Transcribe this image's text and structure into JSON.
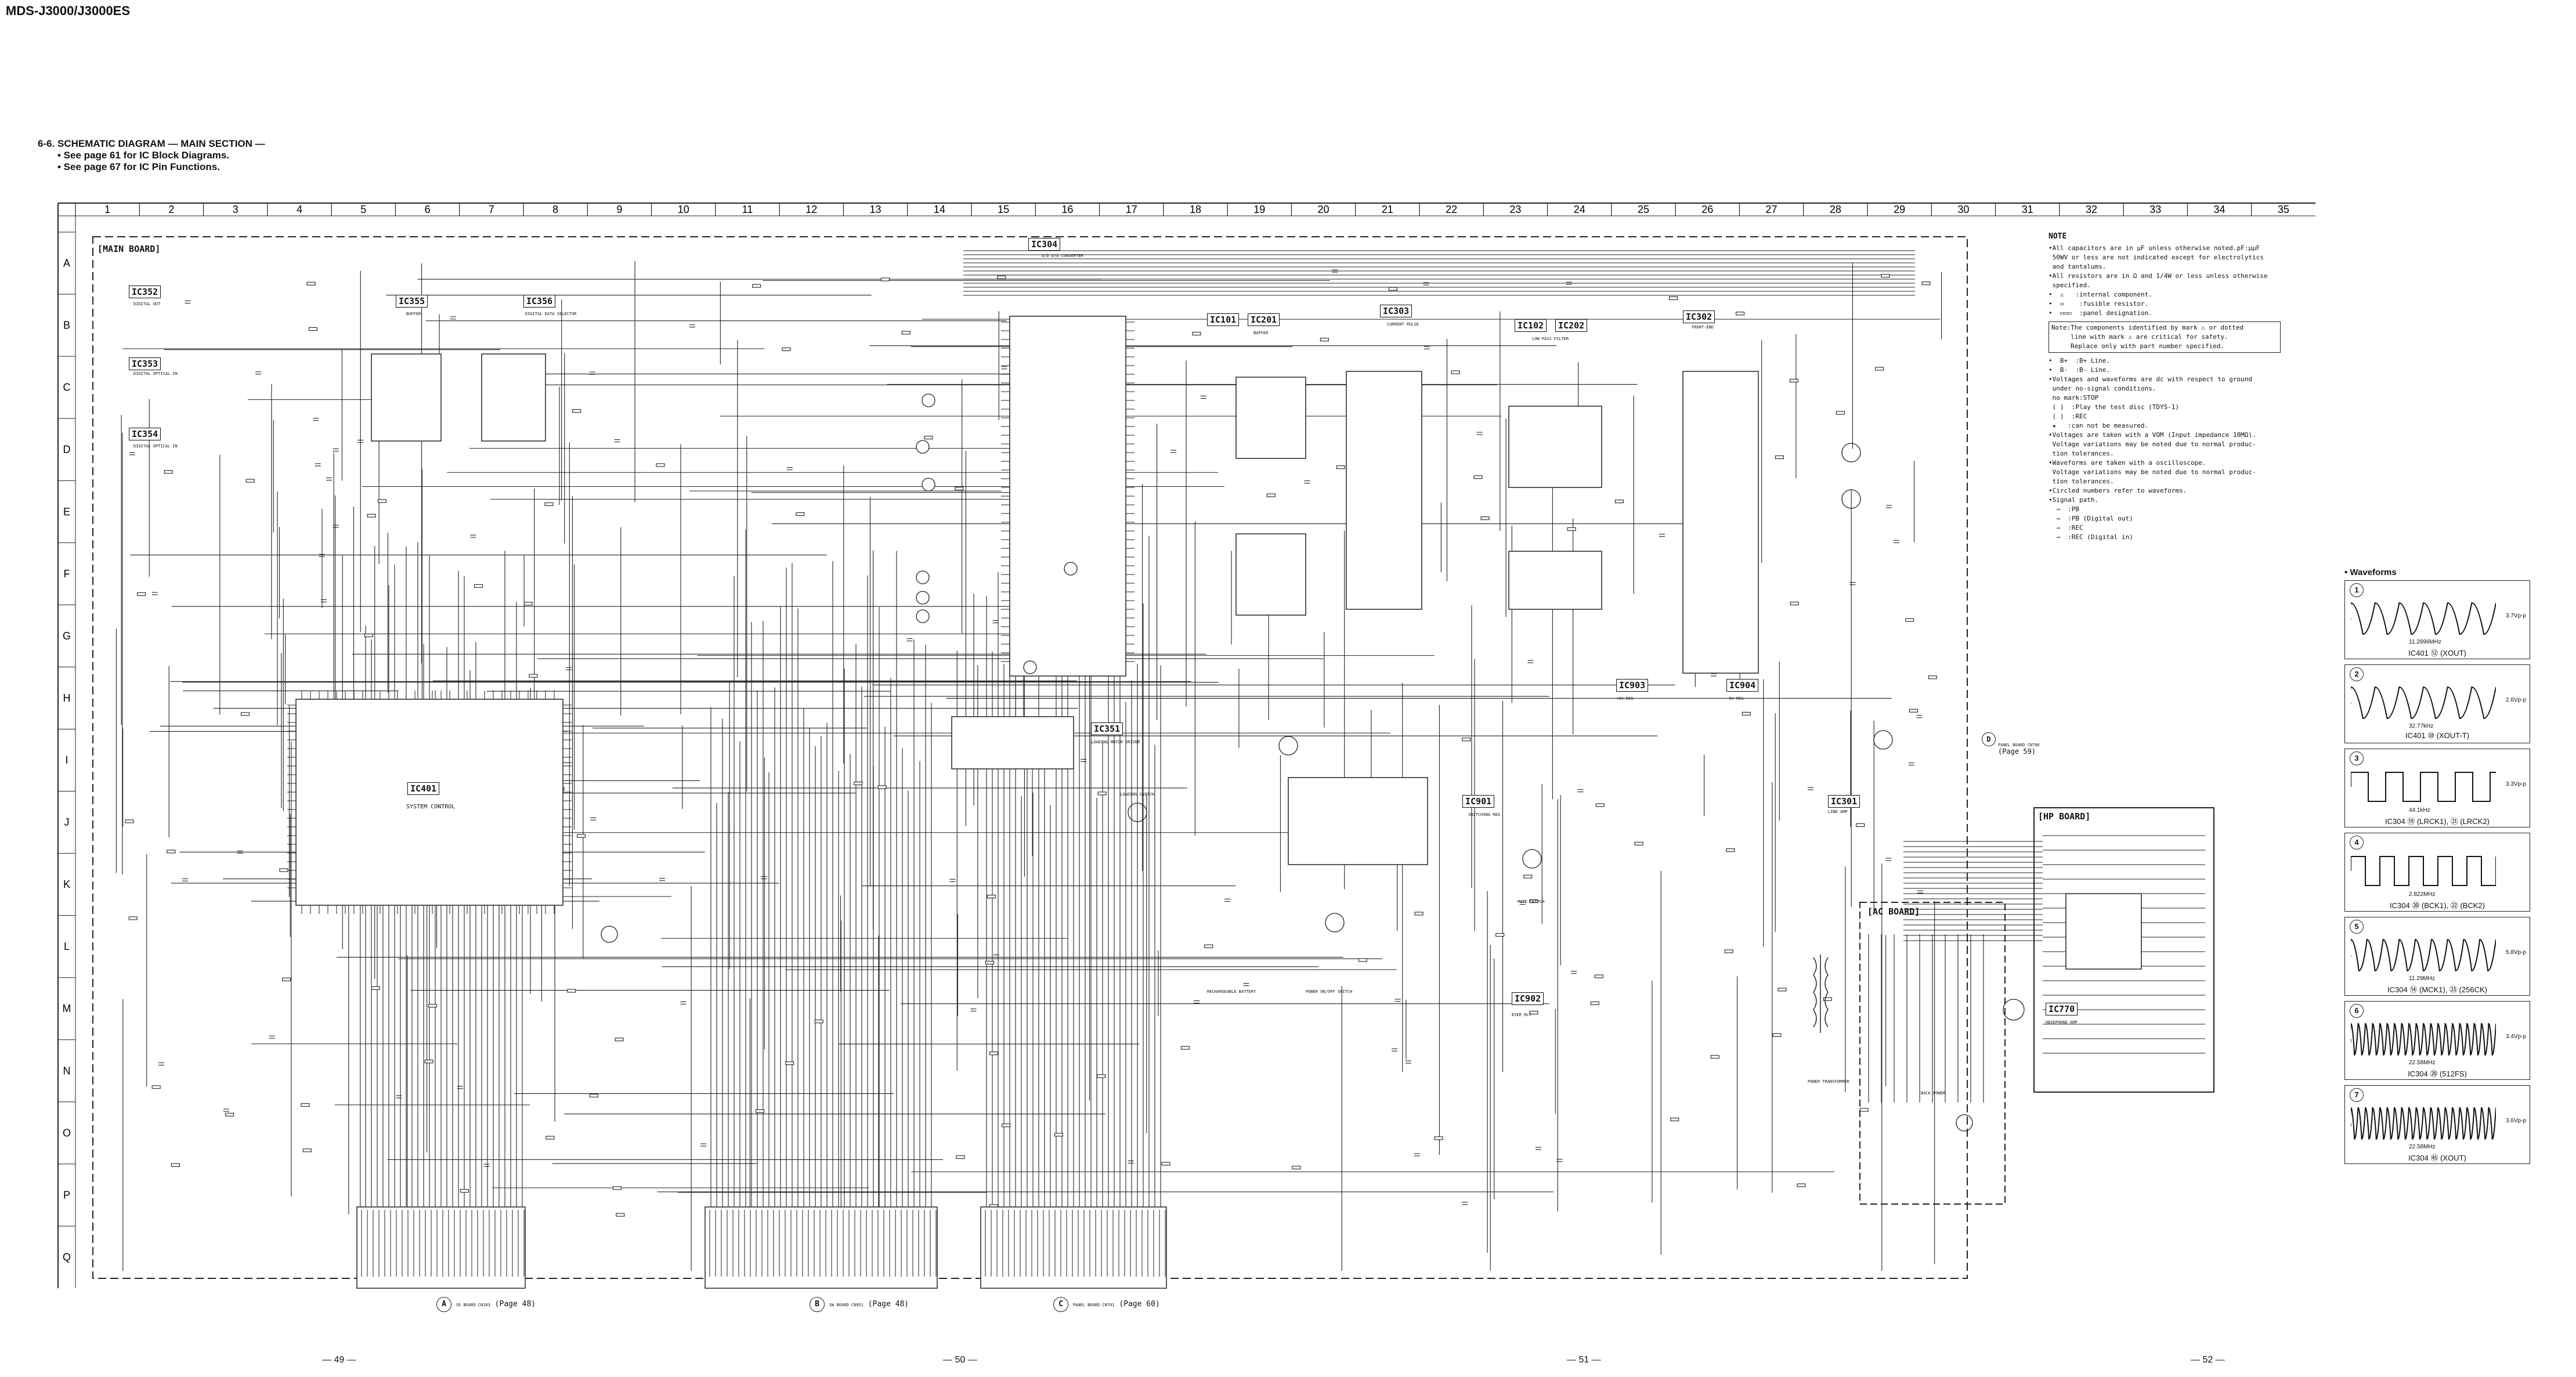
{
  "header": {
    "model": "MDS-J3000/J3000ES",
    "section_title": "6-6.  SCHEMATIC DIAGRAM — MAIN SECTION —",
    "notes": [
      "• See page 61 for IC Block Diagrams.",
      "• See page 67 for IC Pin Functions."
    ]
  },
  "grid": {
    "columns": [
      "1",
      "2",
      "3",
      "4",
      "5",
      "6",
      "7",
      "8",
      "9",
      "10",
      "11",
      "12",
      "13",
      "14",
      "15",
      "16",
      "17",
      "18",
      "19",
      "20",
      "21",
      "22",
      "23",
      "24",
      "25",
      "26",
      "27",
      "28",
      "29",
      "30",
      "31",
      "32",
      "33",
      "34",
      "35"
    ],
    "rows": [
      "A",
      "B",
      "C",
      "D",
      "E",
      "F",
      "G",
      "H",
      "I",
      "J",
      "K",
      "L",
      "M",
      "N",
      "O",
      "P",
      "Q"
    ]
  },
  "boards": {
    "main": "[MAIN BOARD]",
    "ac": "[AC BOARD]",
    "hp": "[HP BOARD]"
  },
  "ics": {
    "ic352": "IC352",
    "ic353": "IC353",
    "ic354": "IC354",
    "ic355": "IC355",
    "ic356": "IC356",
    "ic304": "IC304",
    "ic101": "IC101",
    "ic201": "IC201",
    "ic303": "IC303",
    "ic102": "IC102",
    "ic202": "IC202",
    "ic302": "IC302",
    "ic401": "IC401",
    "ic351": "IC351",
    "ic901": "IC901",
    "ic903": "IC903",
    "ic904": "IC904",
    "ic301": "IC301",
    "ic902": "IC902",
    "ic770": "IC770"
  },
  "ic_desc": {
    "ic352": "DIGITAL OUT",
    "ic353": "DIGITAL OPTICAL IN",
    "ic354": "DIGITAL OPTICAL IN",
    "ic355": "BUFFER",
    "ic356": "DIGITAL DATA SELECTOR",
    "ic304": "A/D D/A CONVERTER",
    "ic101": "BUFFER",
    "ic303": "CURRENT PULSE",
    "ic102": "LOW-PASS FILTER",
    "ic302": "FRONT-END",
    "ic401": "SYSTEM CONTROL",
    "ic351": "LOADING MOTOR DRIVER",
    "ic901": "SWITCHING REG",
    "ic903": "+5V REG",
    "ic904": "-5V REG",
    "ic301": "LINE AMP",
    "ic902": "EVER RLY",
    "ic770": "HEADPHONE AMP"
  },
  "connectors": {
    "a_label": "A",
    "a_text": "SD BOARD CN103",
    "a_page": "(Page 48)",
    "b_label": "B",
    "b_text": "SW BOARD CN951",
    "b_page": "(Page 48)",
    "c_label": "C",
    "c_text": "PANEL BOARD CN701",
    "c_page": "(Page 60)",
    "d_label": "D",
    "d_text": "PANEL BOARD CN706",
    "d_page": "(Page 59)"
  },
  "misc_labels": {
    "power_transformer": "POWER TRANSFORMER",
    "back_power": "BACK POWER",
    "rechargeable": "RECHARGEABLE BATTERY",
    "power_onoff": "POWER ON/OFF SWITCH",
    "loading_sw": "LOADING SWITCH",
    "mute_sw": "MUTE SWITCH"
  },
  "note_panel": {
    "title": "NOTE",
    "lines": [
      "•All capacitors are in µF unless otherwise noted.pF:µµF",
      " 50WV or less are not indicated except for electrolytics",
      " and tantalums.",
      "•All resistors are in Ω and 1/4W or less unless otherwise",
      " specified.",
      "•  ⚠   :internal component.",
      "•  ▭    :fusible resistor.",
      "•  ▭▭▭  :panel designation."
    ],
    "box_lines": [
      "Note:The components identified by mark ⚠ or dotted",
      "     line with mark ⚠ are critical for safety.",
      "     Replace only with part number specified."
    ],
    "lines2": [
      "•  B+  :B+ Line.",
      "•  B-  :B- Line.",
      "•Voltages and waveforms are dc with respect to ground",
      " under no-signal conditions.",
      " no mark:STOP",
      " ( )  :Play the test disc (TDYS-1)",
      " ⟨ ⟩  :REC",
      " ★   :can not be measured.",
      "•Voltages are taken with a VOM (Input impedance 10MΩ).",
      " Voltage variations may be noted due to normal produc-",
      " tion tolerances.",
      "•Waveforms are taken with a oscilloscope.",
      " Voltage variations may be noted due to normal produc-",
      " tion tolerances.",
      "•Circled numbers refer to waveforms.",
      "•Signal path.",
      "  ⇒  :PB",
      "  ⇒  :PB (Digital out)",
      "  ⇒  :REC",
      "  ⇒  :REC (Digital in)"
    ]
  },
  "waveforms": {
    "title": "• Waveforms",
    "items": [
      {
        "num": "1",
        "freq": "11.2896MHz",
        "vpp": "3.7Vp-p",
        "caption": "IC401 ⑫ (XOUT)"
      },
      {
        "num": "2",
        "freq": "32.77kHz",
        "vpp": "2.6Vp-p",
        "caption": "IC401 ⑩ (XOUT-T)"
      },
      {
        "num": "3",
        "freq": "44.1kHz",
        "vpp": "3.3Vp-p",
        "caption": "IC304 ⑲ (LRCK1), ㉑ (LRCK2)"
      },
      {
        "num": "4",
        "freq": "2.822MHz",
        "vpp": "",
        "caption": "IC304 ⑳ (BCK1), ㉒ (BCK2)"
      },
      {
        "num": "5",
        "freq": "11.29MHz",
        "vpp": "5.8Vp-p",
        "caption": "IC304 ⑭ (MCK1), ㉓ (256CK)"
      },
      {
        "num": "6",
        "freq": "22.58MHz",
        "vpp": "3.4Vp-p",
        "caption": "IC304 ⑳ (512FS)"
      },
      {
        "num": "7",
        "freq": "22.58MHz",
        "vpp": "3.6Vp-p",
        "caption": "IC304 ㊺ (XOUT)"
      }
    ]
  },
  "page_numbers": [
    "— 49 —",
    "— 50 —",
    "— 51 —",
    "— 52 —"
  ]
}
